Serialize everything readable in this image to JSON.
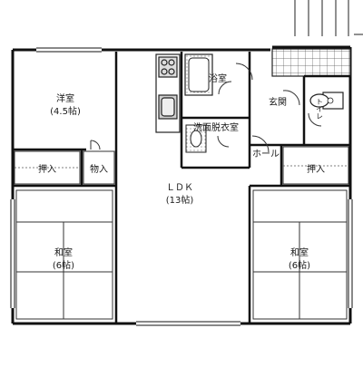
{
  "floor_plan": {
    "rooms": {
      "western_room": {
        "name": "洋室",
        "size": "(4.5帖)"
      },
      "ldk": {
        "name": "ＬＤＫ",
        "size": "(13帖)"
      },
      "japanese_room_left": {
        "name": "和室",
        "size": "(6帖)"
      },
      "japanese_room_right": {
        "name": "和室",
        "size": "(6帖)"
      },
      "bathroom": {
        "name": "浴室"
      },
      "washroom": {
        "name": "洗面脱衣室"
      },
      "entrance": {
        "name": "玄関"
      },
      "hall": {
        "name": "ホール"
      },
      "toilet": {
        "name": "トイレ"
      },
      "closet_left": {
        "name": "押入"
      },
      "storage": {
        "name": "物入"
      },
      "closet_right": {
        "name": "押入"
      }
    }
  }
}
